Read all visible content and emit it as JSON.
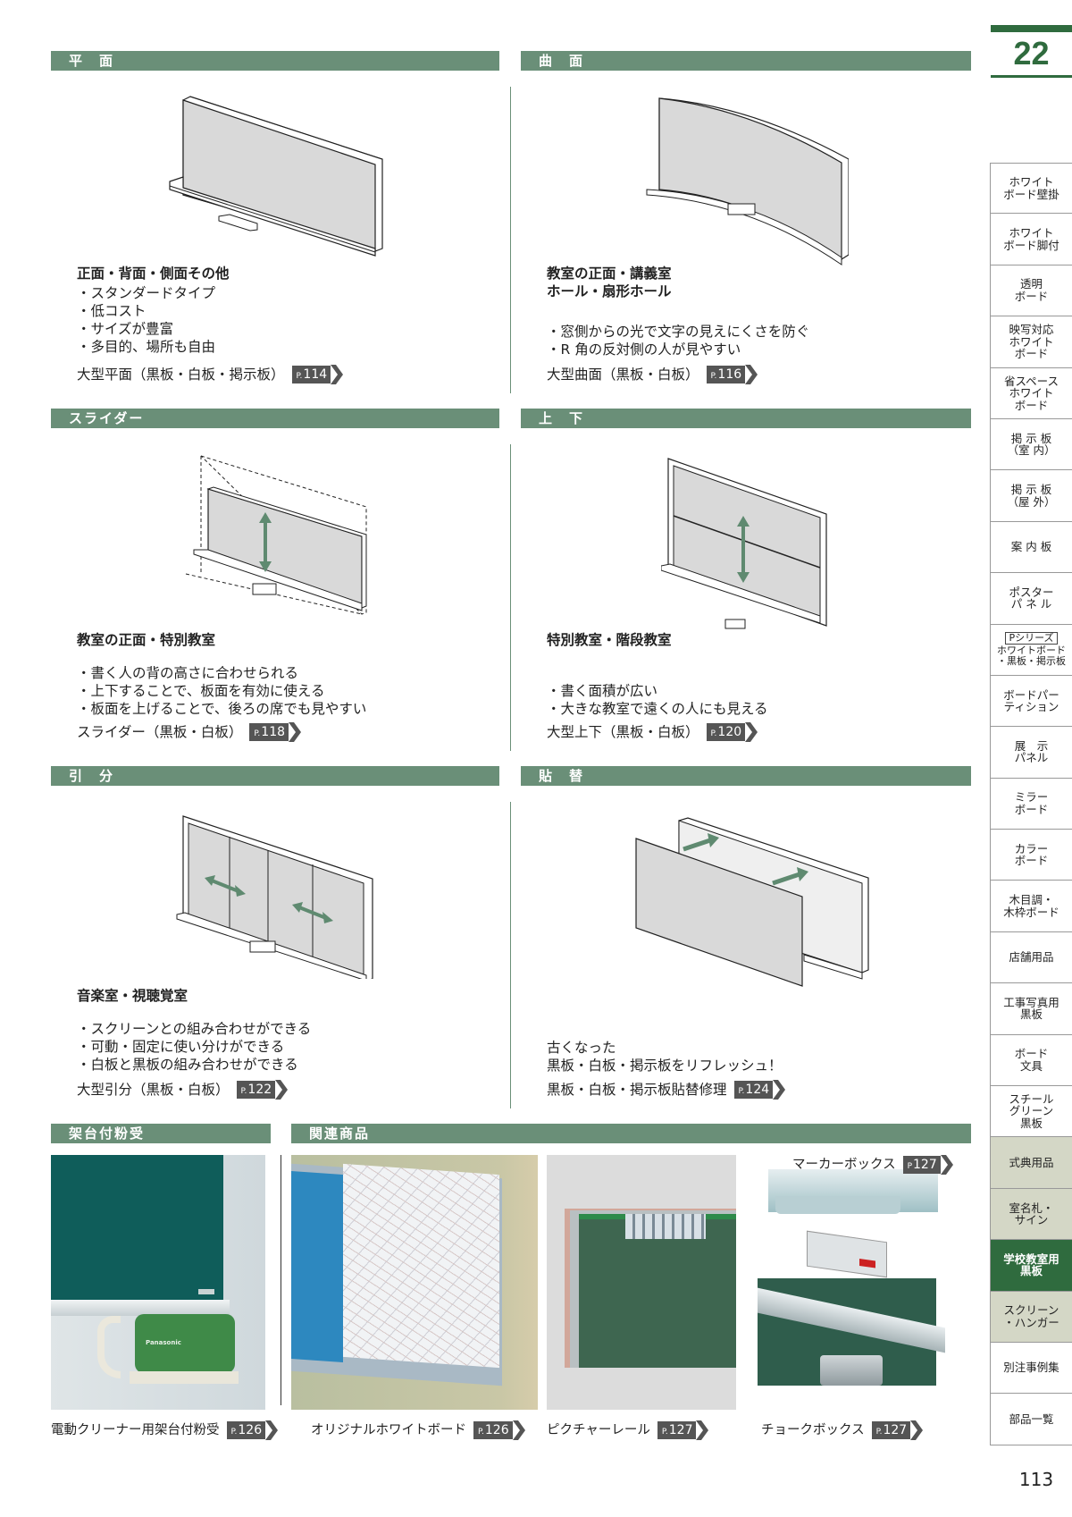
{
  "chapter_tab": {
    "number": "22"
  },
  "page_number": "113",
  "colors": {
    "section_bar": "#6a8f78",
    "accent_dark_green": "#2f6b3e",
    "tab_tint": "#d4d7c6",
    "page_tag": "#555555"
  },
  "sections": [
    {
      "header": "平　面",
      "title_lines": [
        "正面・背面・側面その他"
      ],
      "bullets": [
        "・スタンダードタイプ",
        "・低コスト",
        "・サイズが豊富",
        "・多目的、場所も自由"
      ],
      "product": "大型平面（黒板・白板・掲示板）",
      "page_ref": {
        "prefix": "P.",
        "num": "114"
      }
    },
    {
      "header": "曲　面",
      "title_lines": [
        "教室の正面・講義室",
        "ホール・扇形ホール"
      ],
      "bullets": [
        "・窓側からの光で文字の見えにくさを防ぐ",
        "・R 角の反対側の人が見やすい"
      ],
      "product": "大型曲面（黒板・白板）",
      "page_ref": {
        "prefix": "P.",
        "num": "116"
      }
    },
    {
      "header": "スライダー",
      "title_lines": [
        "教室の正面・特別教室"
      ],
      "bullets": [
        "・書く人の背の高さに合わせられる",
        "・上下することで、板面を有効に使える",
        "・板面を上げることで、後ろの席でも見やすい"
      ],
      "product": "スライダー（黒板・白板）",
      "page_ref": {
        "prefix": "P.",
        "num": "118"
      }
    },
    {
      "header": "上　下",
      "title_lines": [
        "特別教室・階段教室"
      ],
      "bullets": [
        "・書く面積が広い",
        "・大きな教室で遠くの人にも見える"
      ],
      "product": "大型上下（黒板・白板）",
      "page_ref": {
        "prefix": "P.",
        "num": "120"
      }
    },
    {
      "header": "引　分",
      "title_lines": [
        "音楽室・視聴覚室"
      ],
      "bullets": [
        "・スクリーンとの組み合わせができる",
        "・可動・固定に使い分けができる",
        "・白板と黒板の組み合わせができる"
      ],
      "product": "大型引分（黒板・白板）",
      "page_ref": {
        "prefix": "P.",
        "num": "122"
      }
    },
    {
      "header": "貼　替",
      "title_lines": [],
      "bullets": [
        "古くなった",
        "黒板・白板・掲示板をリフレッシュ！"
      ],
      "product": "黒板・白板・掲示板貼替修理",
      "page_ref": {
        "prefix": "P.",
        "num": "124"
      }
    }
  ],
  "bottom": {
    "left_header": "架台付粉受",
    "right_header": "関連商品",
    "items": [
      {
        "caption": "電動クリーナー用架台付粉受",
        "page_ref": {
          "prefix": "P.",
          "num": "126"
        },
        "brand_label": "Panasonic"
      },
      {
        "caption": "オリジナルホワイトボード",
        "page_ref": {
          "prefix": "P.",
          "num": "126"
        }
      },
      {
        "caption": "ピクチャーレール",
        "page_ref": {
          "prefix": "P.",
          "num": "127"
        }
      },
      {
        "caption": "チョークボックス",
        "page_ref": {
          "prefix": "P.",
          "num": "127"
        }
      },
      {
        "caption": "マーカーボックス",
        "page_ref": {
          "prefix": "P",
          "num": "127"
        }
      }
    ]
  },
  "sidebar": {
    "items": [
      {
        "label": "ホワイト\nボード壁掛",
        "state": "normal"
      },
      {
        "label": "ホワイト\nボード脚付",
        "state": "normal"
      },
      {
        "label": "透明\nボード",
        "state": "normal"
      },
      {
        "label": "映写対応\nホワイト\nボード",
        "state": "normal"
      },
      {
        "label": "省スペース\nホワイト\nボード",
        "state": "normal"
      },
      {
        "label": "掲 示 板\n（室 内）",
        "state": "normal"
      },
      {
        "label": "掲 示 板\n（屋 外）",
        "state": "normal"
      },
      {
        "label": "案 内 板",
        "state": "normal"
      },
      {
        "label": "ポスター\nパ ネ ル",
        "state": "normal"
      },
      {
        "label": "ホワイトボード\n・黒板・掲示板",
        "box": "Pシリーズ",
        "state": "normal"
      },
      {
        "label": "ボードパー\nティション",
        "state": "normal"
      },
      {
        "label": "展　示\nパネル",
        "state": "normal"
      },
      {
        "label": "ミラー\nボード",
        "state": "normal"
      },
      {
        "label": "カラー\nボード",
        "state": "normal"
      },
      {
        "label": "木目調・\n木枠ボード",
        "state": "normal"
      },
      {
        "label": "店舗用品",
        "state": "normal"
      },
      {
        "label": "工事写真用\n黒板",
        "state": "normal"
      },
      {
        "label": "ボード\n文具",
        "state": "normal"
      },
      {
        "label": "スチール\nグリーン\n黒板",
        "state": "normal"
      },
      {
        "label": "式典用品",
        "state": "tint"
      },
      {
        "label": "室名札・\nサイン",
        "state": "tint"
      },
      {
        "label": "学校教室用\n黒板",
        "state": "active"
      },
      {
        "label": "スクリーン\n・ハンガー",
        "state": "tint"
      },
      {
        "label": "別注事例集",
        "state": "normal"
      },
      {
        "label": "部品一覧",
        "state": "normal"
      }
    ]
  }
}
